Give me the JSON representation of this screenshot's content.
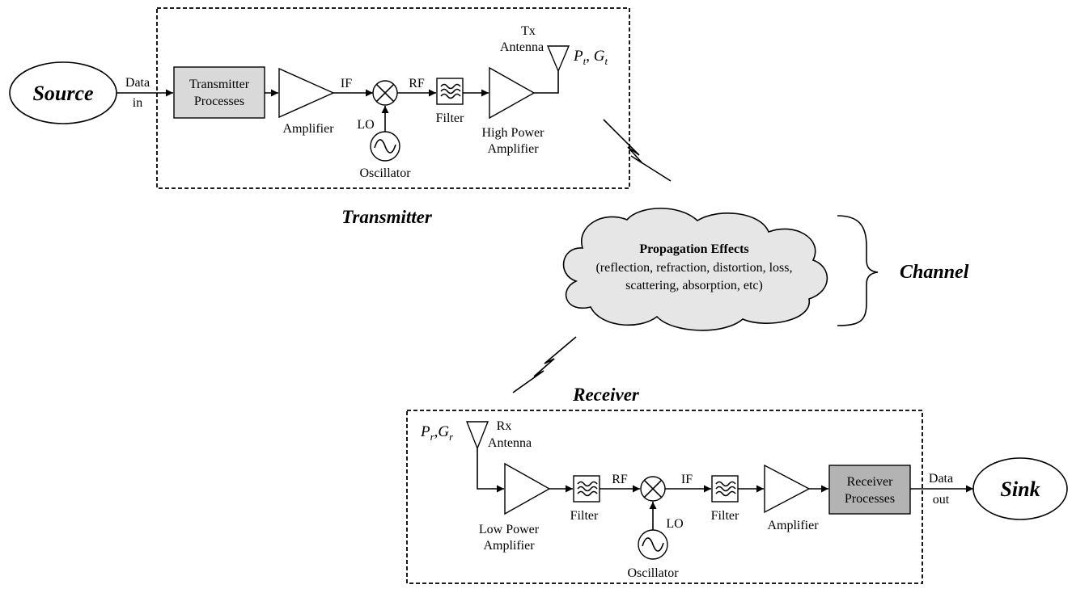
{
  "source": {
    "label": "Source"
  },
  "sink": {
    "label": "Sink"
  },
  "transmitter": {
    "title": "Transmitter",
    "data_in": [
      "Data",
      "in"
    ],
    "processes": [
      "Transmitter",
      "Processes"
    ],
    "amplifier": "Amplifier",
    "if_label": "IF",
    "rf_label": "RF",
    "lo_label": "LO",
    "oscillator": "Oscillator",
    "filter": "Filter",
    "hpa": [
      "High Power",
      "Amplifier"
    ],
    "antenna": [
      "Tx",
      "Antenna"
    ],
    "power_gain": {
      "p": "P",
      "p_sub": "t",
      "sep": ", ",
      "g": "G",
      "g_sub": "t"
    }
  },
  "channel": {
    "label": "Channel",
    "cloud_title": "Propagation Effects",
    "cloud_lines": [
      "(reflection, refraction, distortion, loss,",
      "scattering, absorption, etc)"
    ]
  },
  "receiver": {
    "title": "Receiver",
    "antenna": [
      "Rx",
      "Antenna"
    ],
    "power_gain": {
      "p": "P",
      "p_sub": "r",
      "sep": ",",
      "g": "G",
      "g_sub": "r"
    },
    "lpa": [
      "Low Power",
      "Amplifier"
    ],
    "filter1": "Filter",
    "rf_label": "RF",
    "lo_label": "LO",
    "oscillator": "Oscillator",
    "if_label": "IF",
    "filter2": "Filter",
    "amplifier": "Amplifier",
    "processes": [
      "Receiver",
      "Processes"
    ],
    "data_out": [
      "Data",
      "out"
    ]
  }
}
